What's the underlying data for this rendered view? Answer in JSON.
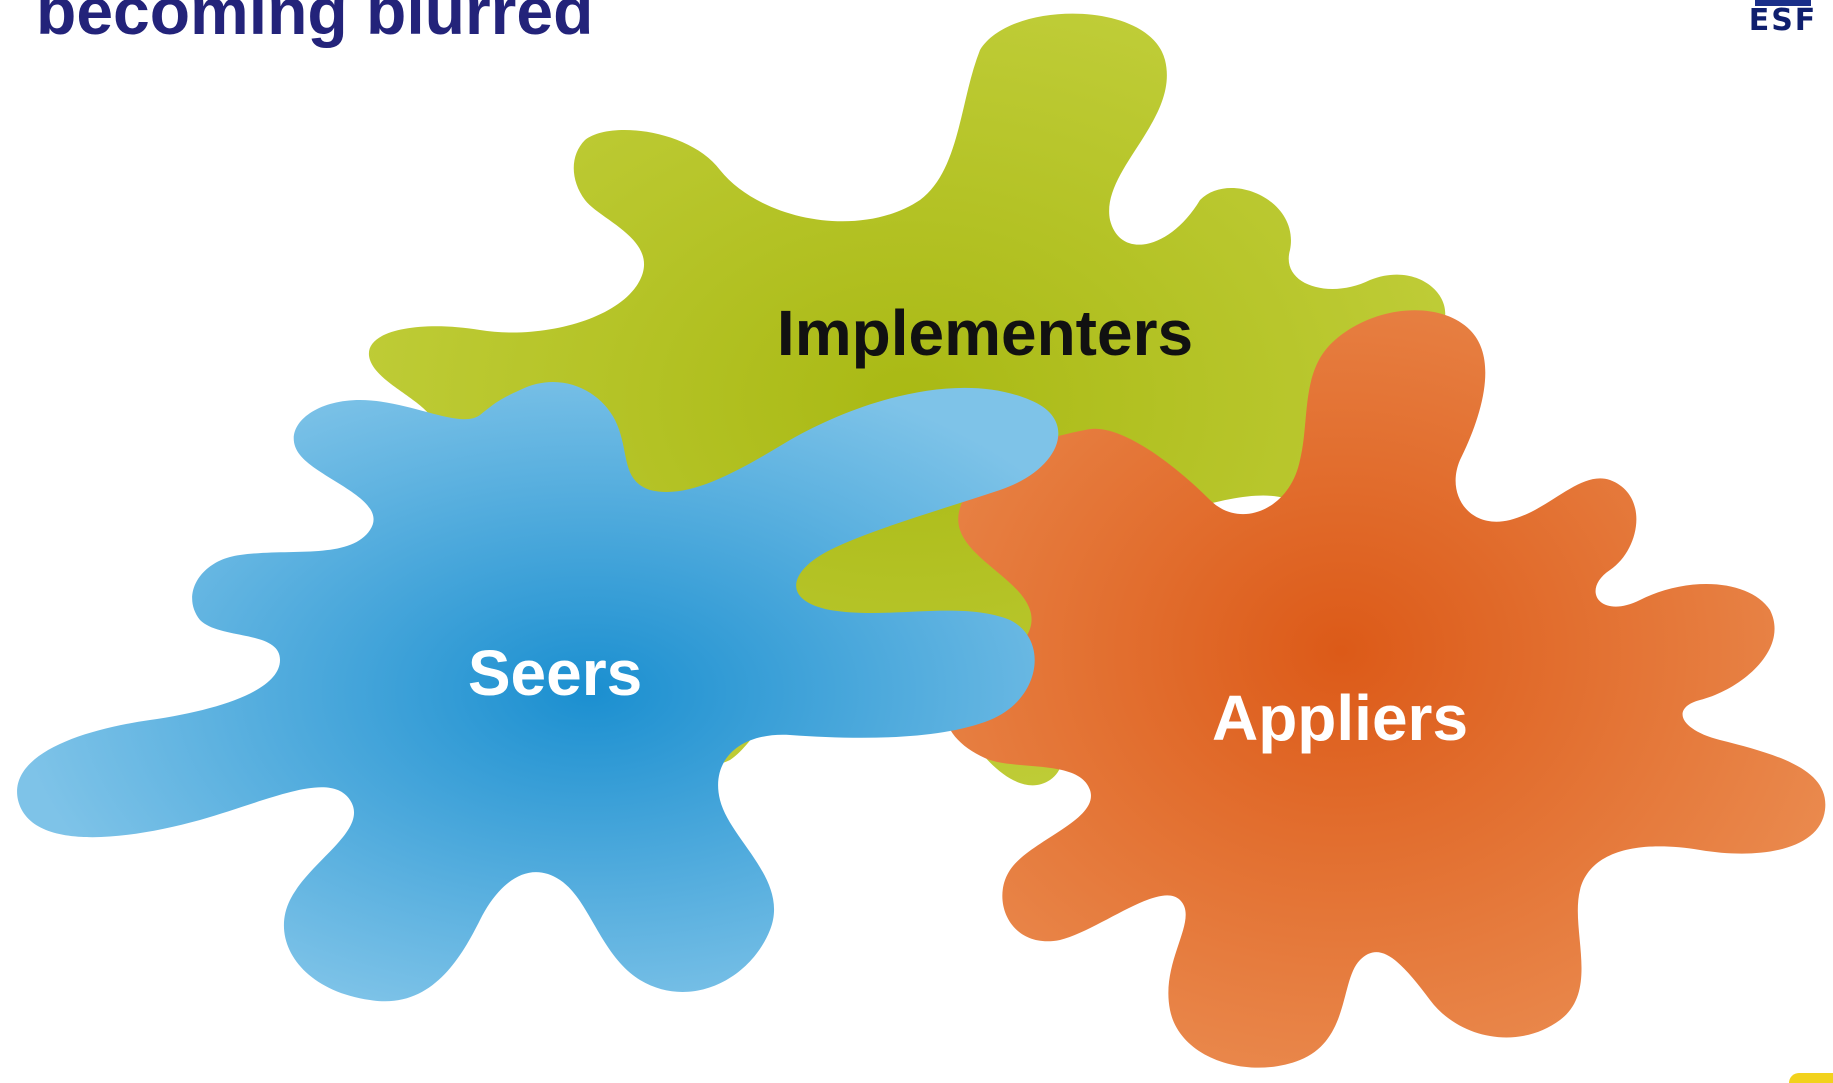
{
  "slide": {
    "title": "becoming blurred"
  },
  "logo": {
    "text": "ESF",
    "color": "#0f1f6e"
  },
  "diagram": {
    "groups": [
      {
        "id": "implementers",
        "label": "Implementers",
        "fill": "#b5c41f",
        "label_color": "#111111"
      },
      {
        "id": "seers",
        "label": "Seers",
        "fill": "#4aa3d8",
        "label_color": "#ffffff"
      },
      {
        "id": "appliers",
        "label": "Appliers",
        "fill": "#e4682a",
        "label_color": "#ffffff"
      }
    ]
  }
}
